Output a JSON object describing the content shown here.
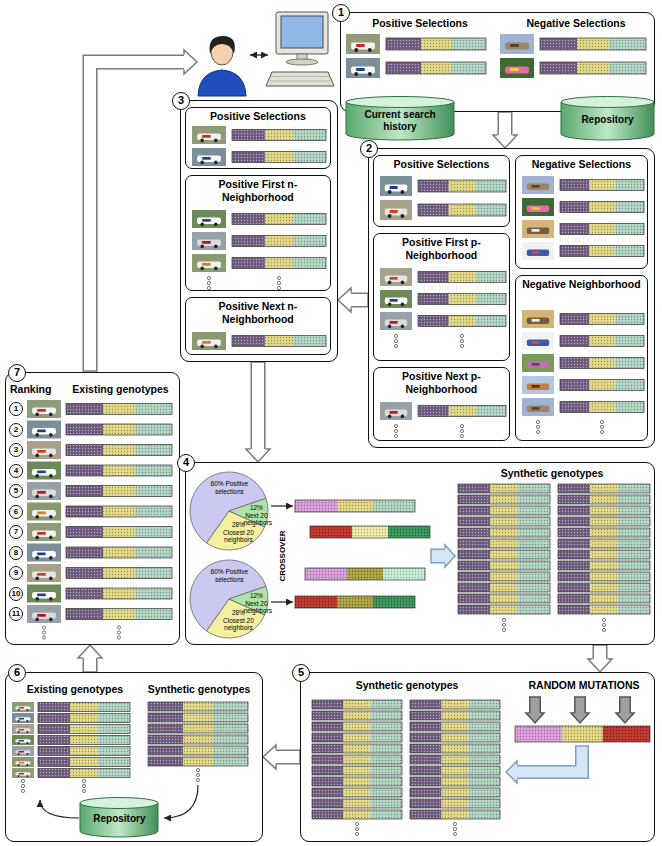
{
  "diagram": {
    "nodes": [
      {
        "text": [
          "1",
          "Positive Selections",
          "Negative Selections"
        ]
      },
      {
        "text": [
          "Current search history"
        ]
      },
      {
        "text": [
          "Repository"
        ]
      },
      {
        "text": [
          "2"
        ]
      },
      {
        "text": [
          "Positive Selections"
        ],
        "in": 3
      },
      {
        "text": [
          "Negative Selections"
        ],
        "in": 3
      },
      {
        "text": [
          "Positive First p-Neighborhood"
        ],
        "in": 3
      },
      {
        "text": [
          "Negative Neighborhood"
        ],
        "in": 3
      },
      {
        "text": [
          "Positive Next p-Neighborhood"
        ],
        "in": 3
      },
      {
        "text": [
          "3"
        ]
      },
      {
        "text": [
          "Positive Selections"
        ],
        "in": 9
      },
      {
        "text": [
          "Positive First n-Neighborhood"
        ],
        "in": 9
      },
      {
        "text": [
          "Positive Next n-Neighborhood"
        ],
        "in": 9
      },
      {
        "text": [
          "4",
          "Synthetic genotypes"
        ]
      },
      {
        "text": [
          "60% Positive selections",
          "28% Closest 20 neighbors",
          "12% Next 20 neighbors"
        ],
        "in": 13
      },
      {
        "text": [
          "60% Positive selections",
          "28% Closest 20 neighbors",
          "12% Next 20 neighbors"
        ],
        "in": 13
      },
      {
        "text": [
          "5",
          "Synthetic genotypes",
          "RANDOM MUTATIONS"
        ]
      },
      {
        "text": [
          "6",
          "Existing genotypes",
          "Synthetic genotypes"
        ]
      },
      {
        "text": [
          "Repository"
        ],
        "in": 17
      },
      {
        "text": [
          "7",
          "Ranking",
          "Existing genotypes"
        ]
      }
    ],
    "edges": [
      {
        "from": 0,
        "to": 3,
        "arrow": "to"
      },
      {
        "from": 3,
        "to": 9,
        "arrow": "to"
      },
      {
        "from": 9,
        "to": 13,
        "arrow": "to"
      },
      {
        "from": 13,
        "to": 16,
        "arrow": "to"
      },
      {
        "from": 16,
        "to": 17,
        "arrow": "to"
      },
      {
        "from": 17,
        "to": 19,
        "arrow": "to"
      }
    ],
    "labels": [
      "CROSSOVER",
      "1",
      "2",
      "3",
      "4",
      "5",
      "6",
      "7",
      "8",
      "9",
      "10",
      "11"
    ]
  }
}
